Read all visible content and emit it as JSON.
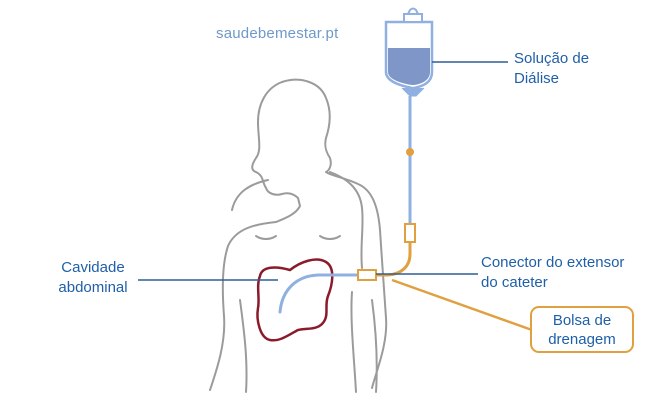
{
  "watermark": "saudebemestar.pt",
  "labels": {
    "solution_line1": "Solução de",
    "solution_line2": "Diálise",
    "cavity_line1": "Cavidade",
    "cavity_line2": "abdominal",
    "connector_line1": "Conector do extensor",
    "connector_line2": "do cateter",
    "bag_line1": "Bolsa de",
    "bag_line2": "drenagem"
  },
  "colors": {
    "body_outline": "#9b9b9b",
    "tube_blue": "#8fb0e0",
    "orange": "#e0a040",
    "cavity": "#8b1a2b",
    "label_text": "#1f5fa8",
    "leader_line": "#2f5f96",
    "bag_fill": "#7f96c8"
  }
}
